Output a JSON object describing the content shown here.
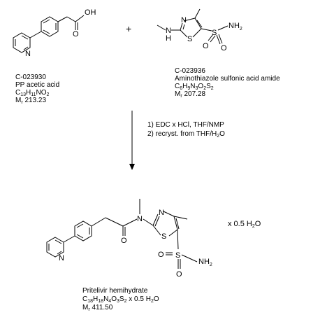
{
  "reactant1": {
    "code": "C-023930",
    "name": "PP acetic acid",
    "formula": [
      "C",
      "13",
      "H",
      "11",
      "NO",
      "2"
    ],
    "mw_prefix": "M",
    "mw_sub": "r",
    "mw_value": " 213.23",
    "atoms": {
      "oh": "OH",
      "o": "O",
      "n": "N"
    }
  },
  "plus": "+",
  "reactant2": {
    "code": "C-023936",
    "name": "Aminothiazole sulfonic acid amide",
    "formula": [
      "C",
      "6",
      "H",
      "9",
      "N",
      "3",
      "O",
      "2",
      "S",
      "2"
    ],
    "mw_prefix": "M",
    "mw_sub": "r",
    "mw_value": " 207.28",
    "atoms": {
      "n_ring": "N",
      "nh": "N",
      "h": "H",
      "s_ring": "S",
      "s": "S",
      "o1": "O",
      "o2": "O",
      "nh2": "NH",
      "nh2_sub": "2"
    }
  },
  "conditions": {
    "step1": "1) EDC x HCl, THF/NMP",
    "step2_pre": "2) recryst. from THF/H",
    "step2_sub": "2",
    "step2_post": "O"
  },
  "product": {
    "name": "Pritelivir hemihydrate",
    "formula": [
      "C",
      "18",
      "H",
      "18",
      "N",
      "4",
      "O",
      "3",
      "S",
      "2"
    ],
    "formula_suffix": " x 0.5 H",
    "formula_suffix_sub": "2",
    "formula_suffix_end": "O",
    "mw_prefix": "M",
    "mw_sub": "r",
    "mw_value": " 411.50",
    "hydrate_pre": "x 0.5 H",
    "hydrate_sub": "2",
    "hydrate_post": "O",
    "atoms": {
      "n_py": "N",
      "o": "O",
      "n_amide": "N",
      "n_ring": "N",
      "s_ring": "S",
      "o1": "O",
      "s": "S",
      "o2": "O",
      "nh2": "NH",
      "nh2_sub": "2"
    }
  }
}
